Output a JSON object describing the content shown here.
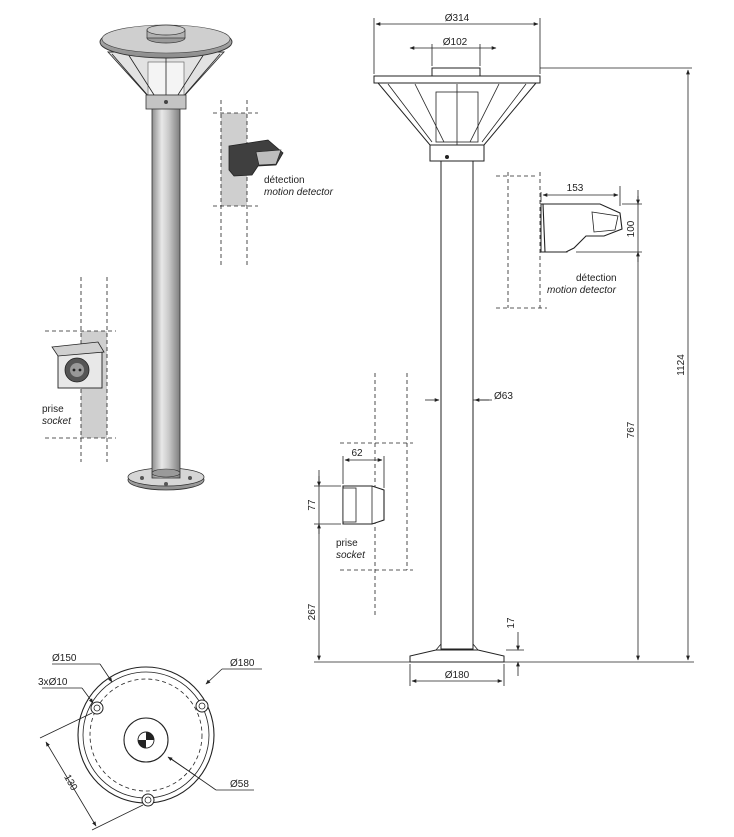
{
  "dimensions": {
    "head_diameter": "314",
    "top_cap_diameter": "102",
    "detector_width": "153",
    "detector_height": "100",
    "post_diameter": "63",
    "total_height": "1124",
    "detector_height_position": "767",
    "socket_width": "62",
    "socket_height": "77",
    "socket_height_position": "267",
    "base_thickness": "17",
    "base_diameter": "180",
    "base_circle_diameter": "180",
    "bolt_circle_diameter": "150",
    "hole_spec": "3x",
    "hole_diameter": "10",
    "center_hole_diameter": "58",
    "hole_spacing": "130"
  },
  "labels": {
    "detection_fr": "détection",
    "detection_en": "motion detector",
    "socket_fr": "prise",
    "socket_en": "socket"
  },
  "colors": {
    "line": "#222222",
    "metal_light": "#d9d9d9",
    "metal_mid": "#a9a9a9",
    "metal_dark": "#4a4a4a",
    "wall_gray": "#cfcfcf"
  },
  "icons": {
    "diameter_symbol": "Ø",
    "center_mark": "center-cross-icon"
  }
}
